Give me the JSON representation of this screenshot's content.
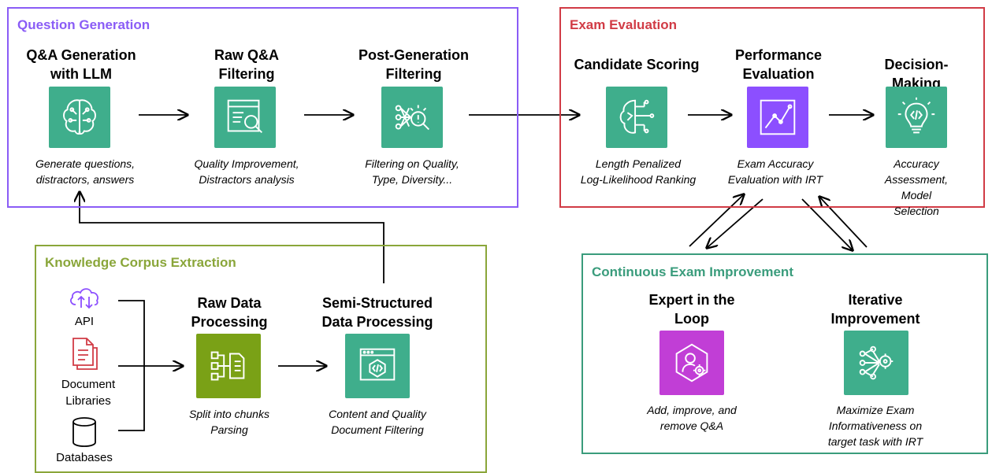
{
  "question_generation": {
    "title": "Question Generation",
    "steps": [
      {
        "title": "Q&A Generation\nwith LLM",
        "desc": "Generate questions,\ndistractors, answers",
        "icon": "brain-network-icon"
      },
      {
        "title": "Raw Q&A\nFiltering",
        "desc": "Quality Improvement,\nDistractors analysis",
        "icon": "document-magnifier-icon"
      },
      {
        "title": "Post-Generation\nFiltering",
        "desc": "Filtering on Quality,\nType, Diversity...",
        "icon": "network-search-icon"
      }
    ]
  },
  "exam_evaluation": {
    "title": "Exam Evaluation",
    "steps": [
      {
        "title": "Candidate Scoring",
        "desc": "Length Penalized\nLog-Likelihood Ranking",
        "icon": "circuit-brain-icon"
      },
      {
        "title": "Performance\nEvaluation",
        "desc": "Exam Accuracy\nEvaluation with IRT",
        "icon": "line-chart-icon"
      },
      {
        "title": "Decision-Making",
        "desc": "Accuracy Assessment,\nModel Selection",
        "icon": "lightbulb-code-icon"
      }
    ]
  },
  "knowledge_corpus": {
    "title": "Knowledge Corpus Extraction",
    "sources": [
      {
        "label": "API",
        "icon": "cloud-api-icon"
      },
      {
        "label": "Document\nLibraries",
        "icon": "document-library-icon"
      },
      {
        "label": "Databases",
        "icon": "database-icon"
      }
    ],
    "steps": [
      {
        "title": "Raw Data\nProcessing",
        "desc": "Split into chunks\nParsing",
        "icon": "chunk-split-icon"
      },
      {
        "title": "Semi-Structured\nData Processing",
        "desc": "Content and Quality\nDocument Filtering",
        "icon": "code-window-icon"
      }
    ]
  },
  "continuous_improvement": {
    "title": "Continuous Exam Improvement",
    "steps": [
      {
        "title": "Expert in the\nLoop",
        "desc": "Add, improve, and\nremove Q&A",
        "icon": "expert-gear-icon"
      },
      {
        "title": "Iterative\nImprovement",
        "desc": "Maximize Exam\nInformativeness on\ntarget task with IRT",
        "icon": "network-gear-icon"
      }
    ]
  },
  "colors": {
    "question_generation": "#8a5cf6",
    "exam_evaluation": "#d13b45",
    "knowledge_corpus": "#8aa63a",
    "continuous_improvement": "#3a9c7c",
    "teal_icon": "#3fae8c",
    "purple_icon": "#8c4fff",
    "green_icon": "#7aa116",
    "magenta_icon": "#c13ed6"
  }
}
